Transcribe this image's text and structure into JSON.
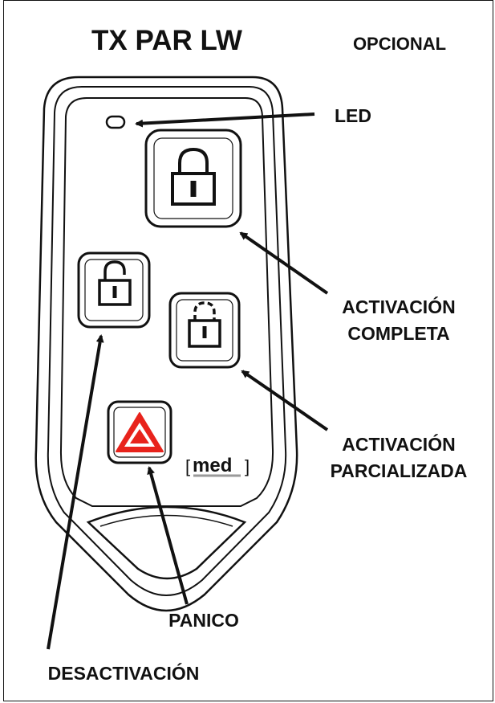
{
  "title": "TX PAR LW",
  "optional_label": "OPCIONAL",
  "brand": {
    "bracket_left": "[",
    "name": "med",
    "bracket_right": "]"
  },
  "labels": {
    "led": "LED",
    "full_line1": "ACTIVACIÓN",
    "full_line2": "COMPLETA",
    "partial_line1": "ACTIVACIÓN",
    "partial_line2": "PARCIALIZADA",
    "panic": "PANICO",
    "deactivation": "DESACTIVACIÓN"
  },
  "icons": {
    "full_activation_button": "lock-closed-icon",
    "deactivation_button": "lock-open-icon",
    "partial_activation_button": "lock-partial-icon",
    "panic_button": "hazard-triangle-icon",
    "led": "led-indicator-icon"
  },
  "colors": {
    "outline": "#111111",
    "panic_red": "#e8231c",
    "brand_gray": "#9a9a9a"
  }
}
